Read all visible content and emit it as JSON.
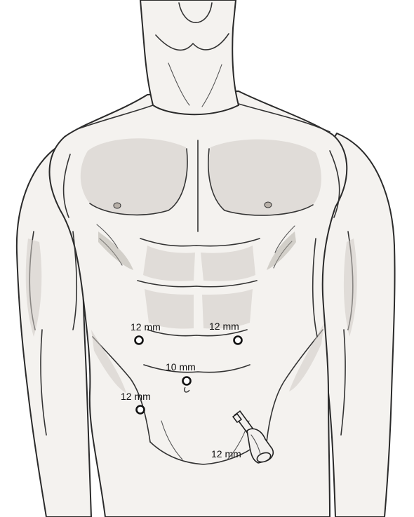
{
  "ports": [
    {
      "id": "left-upper",
      "label": "12 mm"
    },
    {
      "id": "right-upper",
      "label": "12 mm"
    },
    {
      "id": "umbilical",
      "label": "10 mm"
    },
    {
      "id": "left-lower",
      "label": "12 mm"
    },
    {
      "id": "trocar",
      "label": "12 mm"
    }
  ],
  "colors": {
    "line": "#2a2a2a",
    "skin": "#f4f2ef",
    "port": "#111111"
  }
}
